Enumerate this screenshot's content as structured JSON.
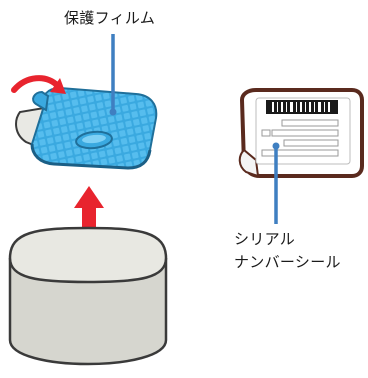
{
  "labels": {
    "protective_film": "保護フィルム",
    "serial_line1": "シリアル",
    "serial_line2": "ナンバーシール"
  },
  "colors": {
    "film_blue": "#3AA9E0",
    "callout_line": "#3F7FC1",
    "arrow_red": "#E8242E",
    "cylinder_gray": "#DCDCD5",
    "sticker_border": "#5A2A1E",
    "outline": "#3a3a3a"
  },
  "icons": {
    "peel_arrow": "curved-arrow-icon",
    "lift_arrow": "up-arrow-icon",
    "barcode": "barcode-icon"
  }
}
